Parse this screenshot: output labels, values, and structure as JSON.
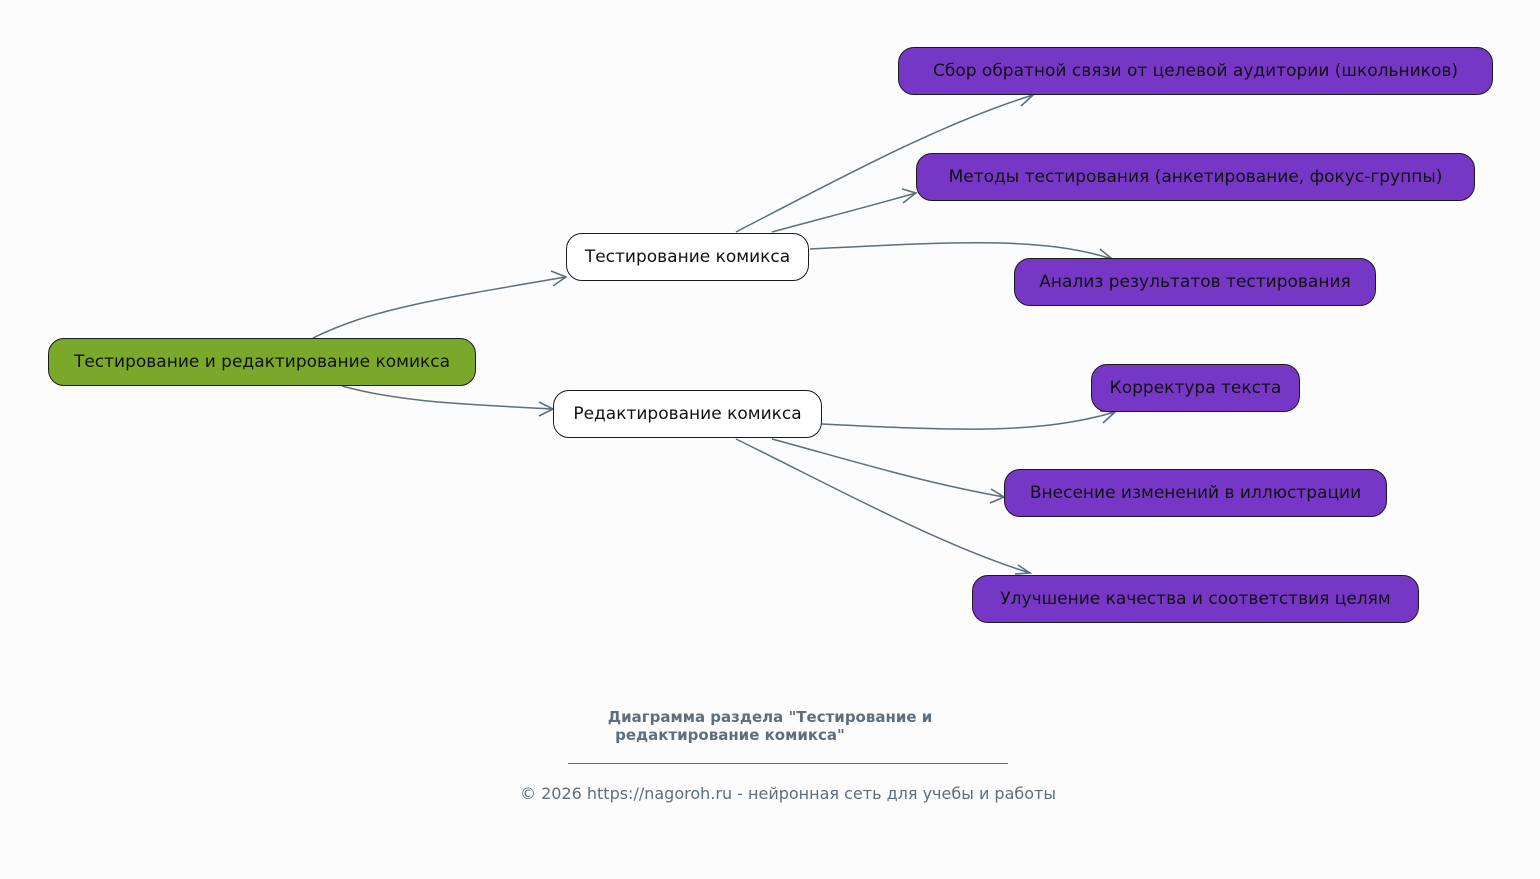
{
  "diagram": {
    "root": {
      "label": "Тестирование и редактирование комикса",
      "color": "#7aa82b"
    },
    "branches": [
      {
        "label": "Тестирование комикса",
        "children": [
          "Сбор обратной связи от целевой аудитории (школьников)",
          "Методы тестирования (анкетирование, фокус-группы)",
          "Анализ результатов тестирования"
        ]
      },
      {
        "label": "Редактирование комикса",
        "children": [
          "Корректура текста",
          "Внесение изменений в иллюстрации",
          "Улучшение качества и соответствия целям"
        ]
      }
    ],
    "colors": {
      "leaf": "#7637c6",
      "branch": "#ffffff",
      "edge": "#5e6e7c",
      "background": "#fcfcfc"
    }
  },
  "caption": {
    "line1": "Диаграмма раздела \"Тестирование и",
    "line2": "редактирование комикса\""
  },
  "footer": {
    "text": "© 2026 https://nagoroh.ru - нейронная сеть для учебы и работы"
  }
}
